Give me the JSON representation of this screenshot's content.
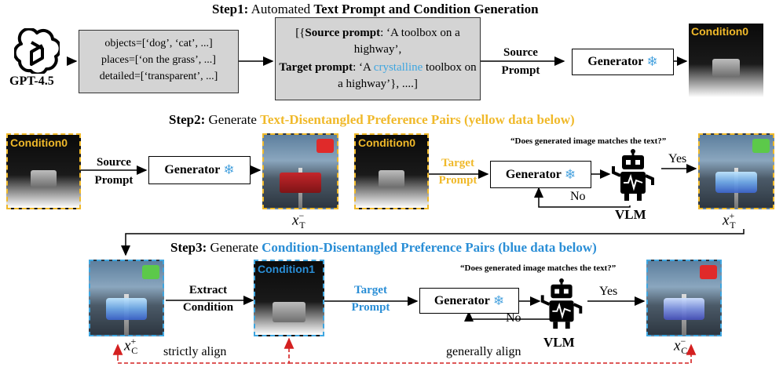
{
  "step1": {
    "prefix": "Step1:",
    "normal": " Automated ",
    "bold": "Text Prompt and Condition Generation",
    "gpt_label": "GPT-4.5",
    "objects_line": "objects=[‘dog’, ‘cat’, ...]",
    "places_line": "places=[‘on the grass’, ...]",
    "detailed_line": "detailed=[‘transparent’, ...]",
    "prompt_open": "[{",
    "source_prompt_key": "Source prompt",
    "source_prompt_value": ": ‘A toolbox on a highway’,",
    "target_prompt_key": "Target prompt",
    "target_prompt_value_a": ": ‘A ",
    "target_prompt_highlight": "crystalline",
    "target_prompt_value_b": " toolbox on a highway’}, ....]",
    "arrow_label_1": "Source",
    "arrow_label_2": "Prompt",
    "generator": "Generator",
    "condition_label": "Condition0"
  },
  "step2": {
    "prefix": "Step2:",
    "normal": " Generate ",
    "colored": "Text-Disentangled Preference Pairs (yellow data below)",
    "condition_label": "Condition0",
    "source_label_1": "Source",
    "source_label_2": "Prompt",
    "generator": "Generator",
    "target_label_1": "Target",
    "target_label_2": "Prompt",
    "question": "“Does generated image matches the text?”",
    "yes": "Yes",
    "no": "No",
    "vlm": "VLM",
    "x_neg": "x",
    "x_neg_sub": "T",
    "x_neg_sup": "−",
    "x_pos": "x",
    "x_pos_sub": "T",
    "x_pos_sup": "+"
  },
  "step3": {
    "prefix": "Step3:",
    "normal": " Generate ",
    "colored": "Condition-Disentangled Preference Pairs (blue data below)",
    "extract_1": "Extract",
    "extract_2": "Condition",
    "condition_label": "Condition1",
    "target_label_1": "Target",
    "target_label_2": "Prompt",
    "generator": "Generator",
    "question": "“Does generated image matches the text?”",
    "yes": "Yes",
    "no": "No",
    "vlm": "VLM",
    "x_pos": "x",
    "x_pos_sub": "C",
    "x_pos_sup": "+",
    "x_neg": "x",
    "x_neg_sub": "C",
    "x_neg_sup": "−",
    "strictly": "strictly align",
    "generally": "generally align"
  },
  "colors": {
    "yellow": "#f0b92a",
    "blue": "#2a8ed6",
    "gray_box": "#d4d4d4",
    "thumb_up": "#5cc94a",
    "thumb_down": "#e02a2a",
    "dashed_red": "#d42020"
  },
  "icons": [
    "openai-logo-icon",
    "snowflake-icon",
    "robot-icon",
    "thumbs-up-icon",
    "thumbs-down-icon"
  ]
}
